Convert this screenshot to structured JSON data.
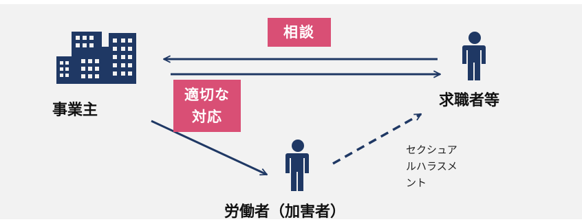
{
  "diagram": {
    "badges": {
      "consultation": "相談",
      "appropriate_response_line1": "適切な",
      "appropriate_response_line2": "対応"
    },
    "actors": {
      "employer": "事業主",
      "job_seeker": "求職者等",
      "worker": "労働者（加害者）"
    },
    "harassment_note": {
      "line1": "セクシュア",
      "line2": "ルハラスメ",
      "line3": "ント"
    },
    "colors": {
      "navy": "#1f3864",
      "accent_pink": "#d94f75",
      "background": "#f2f2f2"
    },
    "icons": [
      "building-icon",
      "person-icon"
    ]
  }
}
